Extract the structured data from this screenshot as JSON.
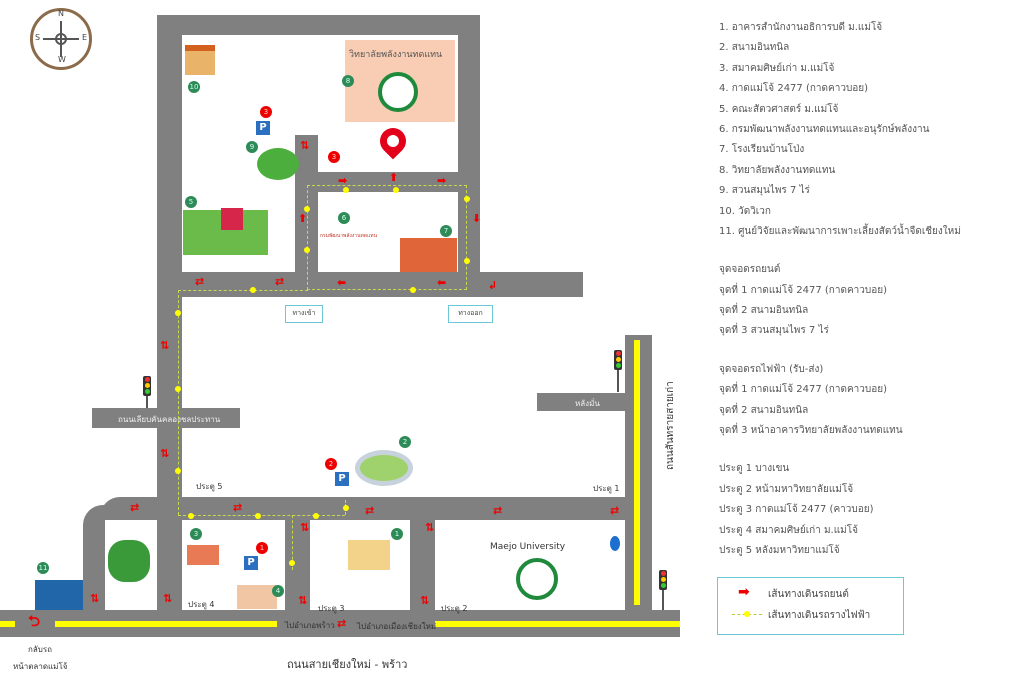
{
  "compass": {
    "n": "N",
    "s": "S",
    "e": "E",
    "w": "W"
  },
  "places": [
    "1. อาคารสำนักงานอธิการบดี ม.แม่โจ้",
    "2. สนามอินทนิล",
    "3. สมาคมศิษย์เก่า ม.แม่โจ้",
    "4. กาดแม่โจ้ 2477 (กาดคาวบอย)",
    "5. คณะสัตวศาสตร์ ม.แม่โจ้",
    "6. กรมพัฒนาพลังงานทดแทนและอนุรักษ์พลังงาน",
    "7. โรงเรียนบ้านโป่ง",
    "8. วิทยาลัยพลังงานทดแทน",
    "9. สวนสมุนไพร 7 ไร่",
    "10. วัดวิเวก",
    "11. ศูนย์วิจัยและพัฒนาการเพาะเลี้ยงสัตว์น้ำจืดเชียงใหม่"
  ],
  "car_parking": {
    "title": "จุดจอดรถยนต์",
    "items": [
      "จุดที่ 1 กาดแม่โจ้ 2477 (กาดคาวบอย)",
      "จุดที่ 2 สนามอินทนิล",
      "จุดที่ 3 สวนสมุนไพร 7 ไร่"
    ]
  },
  "tram_stops": {
    "title": "จุดจอดรถไฟฟ้า (รับ-ส่ง)",
    "items": [
      "จุดที่ 1 กาดแม่โจ้ 2477 (กาดคาวบอย)",
      "จุดที่ 2 สนามอินทนิล",
      "จุดที่ 3 หน้าอาคารวิทยาลัยพลังงานทดแทน"
    ]
  },
  "gates": [
    "ประตู 1 บางเขน",
    "ประตู 2 หน้ามหาวิทยาลัยแม่โจ้",
    "ประตู 3 กาดแม่โจ้ 2477 (คาวบอย)",
    "ประตู 4 สมาคมศิษย์เก่า ม.แม่โจ้",
    "ประตู 5 หลังมหาวิทยาแม่โจ้"
  ],
  "legend": {
    "car_route": "เส้นทางเดินรถยนต์",
    "tram_route": "เส้นทางเดินรถรางไฟฟ้า"
  },
  "map": {
    "college_title": "วิทยาลัยพลังงานทดแทน",
    "entrance": "ทางเข้า",
    "exit": "ทางออก",
    "canal_road": "ถนนเลียบคันคลองชลประทาน",
    "back_road": "หลังมั่น",
    "sansai_road": "ถนนสันทรายสายเก่า",
    "main_road": "ถนนสายเชียงใหม่ - พร้าว",
    "to_phrao": "ไปอำเภอพร้าว",
    "to_city": "ไปอำเภอเมืองเชียงใหม่",
    "u_turn_1": "กลับรถ",
    "u_turn_2": "หน้าตลาดแม่โจ้",
    "maejo": "Maejo University",
    "gate1": "ประตู 1",
    "gate2": "ประตู 2",
    "gate3": "ประตู 3",
    "gate4": "ประตู 4",
    "gate5": "ประตู 5",
    "dede": "กรมพัฒนาพลังงานทดแทน",
    "nums": [
      "1",
      "2",
      "3",
      "4",
      "5",
      "6",
      "7",
      "8",
      "9",
      "10",
      "11"
    ],
    "p_labels": [
      "P",
      "1",
      "2",
      "3"
    ]
  },
  "colors": {
    "road": "#808080",
    "center_line": "#ffff00",
    "arrow": "#e00000",
    "marker": "#2e8b57"
  }
}
